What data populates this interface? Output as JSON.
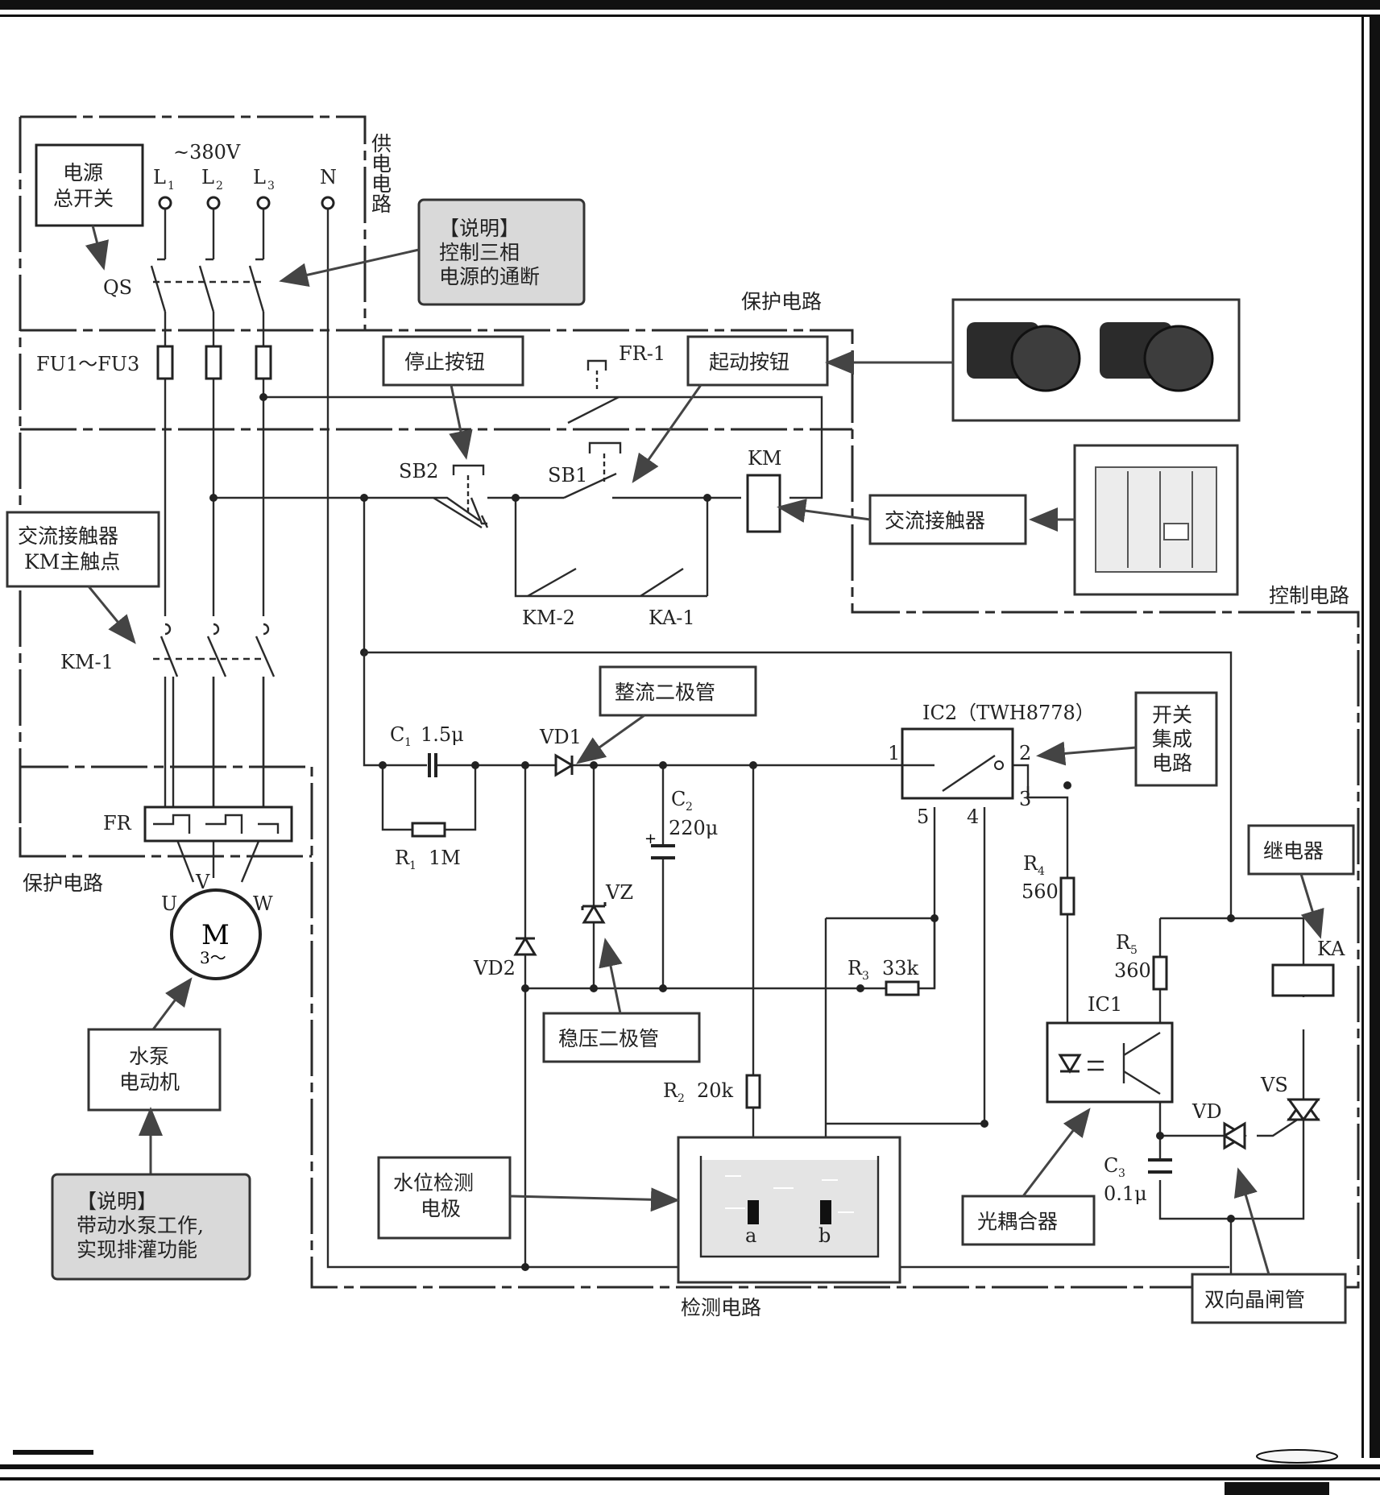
{
  "supply": {
    "voltage": "~380V",
    "phases": [
      "L",
      "L",
      "L"
    ],
    "phase_subs": [
      "1",
      "2",
      "3"
    ],
    "neutral": "N",
    "section_label": "供电电路",
    "main_switch_box": [
      "电源",
      "总开关"
    ],
    "switch": "QS",
    "note_box": [
      "【说明】",
      "控制三相",
      "电源的通断"
    ]
  },
  "protection": {
    "fuses": "FU1～FU3",
    "section_label_top": "保护电路",
    "section_label_left": "保护电路",
    "overload_relay": "FR",
    "fr_contact": "FR-1"
  },
  "control": {
    "stop_button_label": "停止按钮",
    "start_button_label": "起动按钮",
    "sb2": "SB2",
    "sb1": "SB1",
    "km": "KM",
    "km2": "KM-2",
    "ka1": "KA-1",
    "contactor_label": "交流接触器",
    "section_label": "控制电路"
  },
  "main_circuit": {
    "km_main_box": [
      "交流接触器",
      "KM主触点"
    ],
    "km1": "KM-1",
    "motor": "M",
    "motor_sub": "3～",
    "terminals": [
      "U",
      "V",
      "W"
    ],
    "pump_box": [
      "水泵",
      "电动机"
    ],
    "pump_note": [
      "【说明】",
      "带动水泵工作,",
      "实现排灌功能"
    ]
  },
  "detection": {
    "c1": "C",
    "c1_sub": "1",
    "c1_value": "1.5μ",
    "r1": "R",
    "r1_sub": "1",
    "r1_value": "1M",
    "vd1": "VD1",
    "rectifier_label": "整流二极管",
    "c2": "C",
    "c2_sub": "2",
    "c2_value": "220μ",
    "vz": "VZ",
    "vd2": "VD2",
    "zener_label": "稳压二极管",
    "ic2": "IC2（TWH8778）",
    "ic2_pins": [
      "1",
      "2",
      "3",
      "4",
      "5"
    ],
    "switch_ic_label": [
      "开关",
      "集成",
      "电路"
    ],
    "r2": "R",
    "r2_sub": "2",
    "r2_value": "20k",
    "r3": "R",
    "r3_sub": "3",
    "r3_value": "33k",
    "r4": "R",
    "r4_sub": "4",
    "r4_value": "560",
    "r5": "R",
    "r5_sub": "5",
    "r5_value": "360",
    "ic1": "IC1",
    "optocoupler_label": "光耦合器",
    "c3": "C",
    "c3_sub": "3",
    "c3_value": "0.1μ",
    "vd": "VD",
    "vs": "VS",
    "ka": "KA",
    "relay_label": "继电器",
    "triac_label": "双向晶闸管",
    "electrode_label": [
      "水位检测",
      "电极"
    ],
    "electrodes": [
      "a",
      "b"
    ],
    "section_label": "检测电路"
  },
  "colors": {
    "ink": "#2a2a2a",
    "note_fill": "#d9d9d9",
    "photo_fill": "#ececec"
  }
}
